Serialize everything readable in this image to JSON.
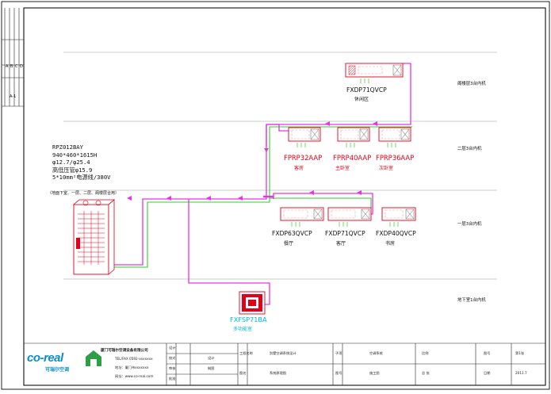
{
  "colors": {
    "frame": "#222222",
    "floor_line": "#9a9a9a",
    "refrigerant_pipe": "#e633e6",
    "drain_pipe": "#33cc33",
    "unit_red": "#e0001a",
    "unit_cyan": "#00b7d6",
    "logo_blue": "#0a8ec8",
    "logo_green": "#2f9e44"
  },
  "left_strip": {
    "labels": [
      "A",
      "B",
      "C",
      "D"
    ],
    "mark": "A-1"
  },
  "floors": {
    "attic": "阁楼层3台内机",
    "second": "二层3台内机",
    "first": "一层3台内机",
    "basement": "地下室1台内机"
  },
  "outdoor_spec": {
    "model": "RPZ012BAY",
    "dimensions": "940*460*1615H",
    "pipes": "φ12.7/φ25.4",
    "pressure": "高低压管φ15.9",
    "power": "5*10mm²电源线/380V",
    "note": "（地面下室、一层、二层、阁楼层合用）"
  },
  "indoor_units": {
    "attic": [
      {
        "model": "FXDP71QVCP",
        "room": "休闲区"
      }
    ],
    "second": [
      {
        "model": "FPRP32AAP",
        "room": "客房"
      },
      {
        "model": "FPRP40AAP",
        "room": "主卧室"
      },
      {
        "model": "FPRP36AAP",
        "room": "次卧室"
      }
    ],
    "first": [
      {
        "model": "FXDP63QVCP",
        "room": "餐厅"
      },
      {
        "model": "FXDP71QVCP",
        "room": "客厅"
      },
      {
        "model": "FXDP40QVCP",
        "room": "书房"
      }
    ],
    "basement": [
      {
        "model": "FXFSP71BA",
        "room": "多功能室"
      }
    ]
  },
  "title_block": {
    "company": "co-real",
    "company_cn": "可瑞尔空调",
    "firm_name": "厦门可瑞尔空调设备有限公司",
    "firm_line2": "TEL/FAX 0592-xxxxxxx",
    "firm_line3": "地址：厦门市xxxxxxx",
    "firm_line4": "网址：www.co-real.com",
    "rows": [
      "设计",
      "校对",
      "审核",
      "批准"
    ],
    "design_col": "设计",
    "check_col": "制图",
    "project_label": "工程名称",
    "project_value": "别墅空调系统设计",
    "drawing_label": "图名",
    "drawing_value": "系统原理图",
    "part_label": "子项",
    "part_value": "空调系统",
    "stage_label": "图号",
    "stage_value": "施工图",
    "sheet_label": "比例",
    "sheet_value": "总 张",
    "no_label": "图号",
    "no_value": "第1张",
    "date_label": "日期",
    "date_value": "2011.7"
  }
}
